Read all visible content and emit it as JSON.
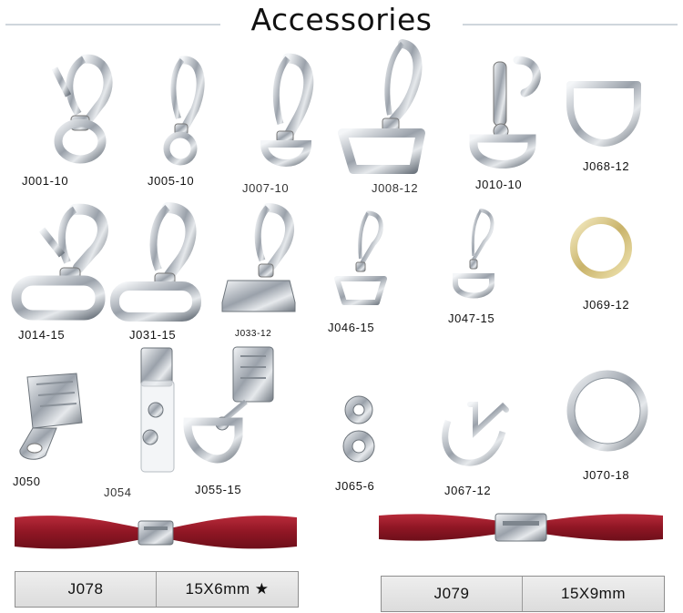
{
  "header": {
    "title": "Accessories"
  },
  "items": {
    "j001": "J001-10",
    "j005": "J005-10",
    "j007": "J007-10",
    "j008": "J008-12",
    "j010": "J010-10",
    "j068": "J068-12",
    "j014": "J014-15",
    "j031": "J031-15",
    "j033": "J033-12",
    "j046": "J046-15",
    "j047": "J047-15",
    "j069": "J069-12",
    "j050": "J050",
    "j054": "J054",
    "j055": "J055-15",
    "j065": "J065-6",
    "j067": "J067-12",
    "j070": "J070-18"
  },
  "specs": {
    "left": {
      "code": "J078",
      "size": "15X6mm ★"
    },
    "right": {
      "code": "J079",
      "size": "15X9mm"
    }
  },
  "colors": {
    "metal": "#b9bec5",
    "gold": "#d9c98a",
    "strap": "#9c1a2a"
  }
}
